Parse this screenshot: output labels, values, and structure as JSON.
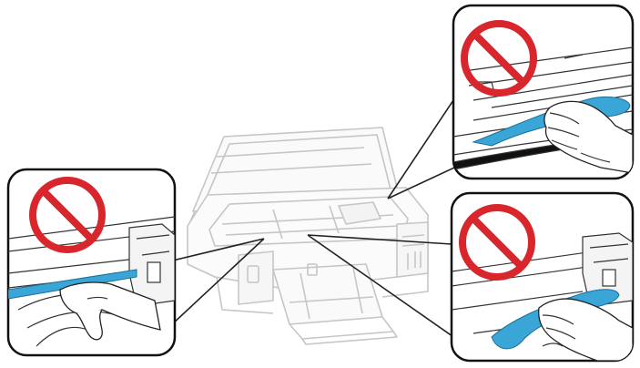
{
  "figure": {
    "kind": "printer-internal-warning-illustration",
    "callouts": [
      {
        "id": "left",
        "icon": "prohibited-icon",
        "depicts": "finger-touching-translucent-cable"
      },
      {
        "id": "top-right",
        "icon": "prohibited-icon",
        "depicts": "hand-touching-translucent-film"
      },
      {
        "id": "bottom-right",
        "icon": "prohibited-icon",
        "depicts": "hand-touching-translucent-film"
      }
    ],
    "colors": {
      "prohibit_red": "#d8262c",
      "highlight_blue": "#3aa6d8",
      "line_dark": "#222222",
      "printer_gray": "#c9c9c9",
      "frame_border": "#111111"
    }
  }
}
